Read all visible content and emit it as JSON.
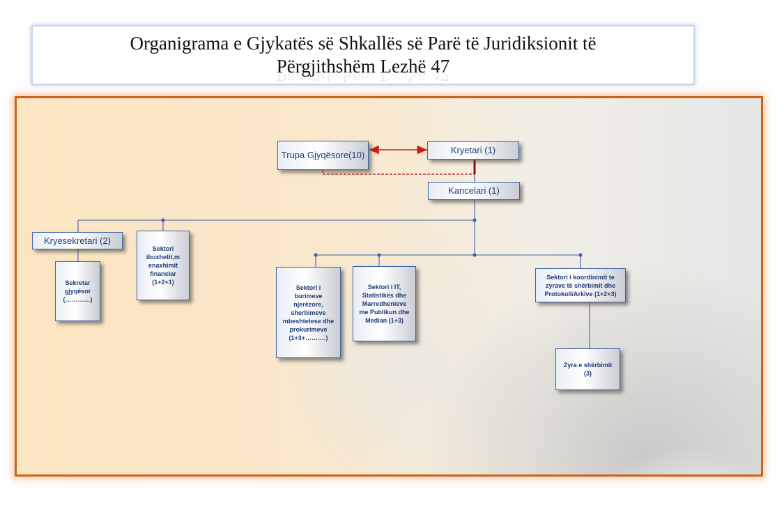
{
  "title": {
    "line1": "Organigrama e Gjykatës së Shkallës së Parë të Juridiksionit të",
    "line2": "Përgjithshëm Lezhë 47"
  },
  "nodes": {
    "trupa": "Trupa Gjyqësore(10)",
    "kryetari": "Kryetari (1)",
    "kancelari": "Kancelari (1)",
    "kryesekretari": "Kryesekretari (2)",
    "sekretar": "Sekretar gjyqësor (…………)",
    "buxhet": "Sektori ibuxhetit,m enaxhimit financiar (1+2+1)",
    "burime": "Sektori i burimeve njerëzore, sherbimeve mbeshtetese dhe prokurimeve (1+3+……….)",
    "it": "Sektori i IT, Statistikës dhe Marredhenieve me Publikun dhe Median (1+3)",
    "koordinim": "Sektori i koordinimit te zyrave të shërbimit dhe Protokoll/Arkive (1+2+3)",
    "zyra": "Zyra e shërbimit (3)"
  },
  "colors": {
    "panel_border": "#c8641d",
    "node_border": "#3f63a6",
    "node_text": "#1d3c7a",
    "connector": "#3f63a6",
    "relation_arrow": "#d11b1b"
  }
}
